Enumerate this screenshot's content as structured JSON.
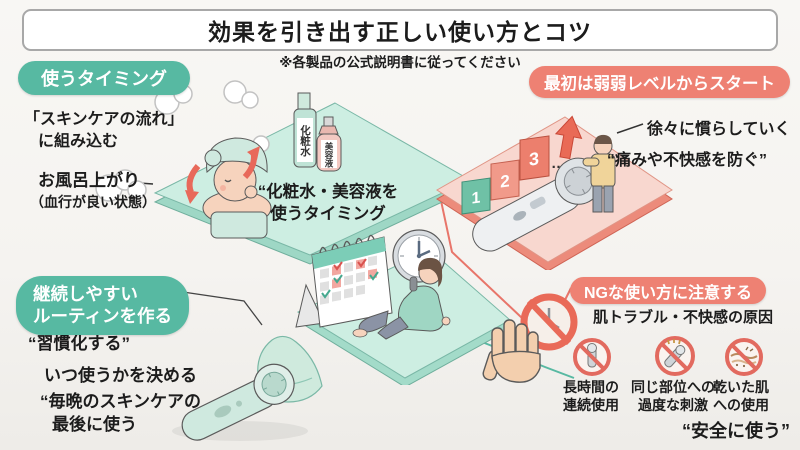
{
  "title": "効果を引き出す正しい使い方とコツ",
  "note": "※各製品の公式説明書に従ってください",
  "colors": {
    "teal": "#57b9a2",
    "salmon": "#ee8173",
    "mint_top": "#cdeee2",
    "pink_top": "#f8d7cf",
    "ink": "#1c1c1c",
    "red_line": "#e8756a"
  },
  "timing": {
    "badge": "使うタイミング",
    "flow_line1": "「スキンケアの流れ」",
    "flow_line2": "に組み込む",
    "bath_line1": "お風呂上がり",
    "bath_line2": "（血行が良い状態）",
    "caption_line1": "“化粧水・美容液を",
    "caption_line2": "使うタイミング",
    "bottle1": "化粧水",
    "bottle2": "美容液"
  },
  "level": {
    "badge": "最初は弱弱レベルからスタート",
    "point1": "徐々に慣らしていく",
    "point2": "“痛みや不快感を防ぐ”",
    "blocks": [
      "1",
      "2",
      "3"
    ],
    "dots": "…"
  },
  "routine": {
    "badge_line1": "継続しやすい",
    "badge_line2": "ルーティンを作る",
    "point1": "“習慣化する”",
    "point2": "いつ使うかを決める",
    "point3_line1": "“毎晩のスキンケアの",
    "point3_line2": "最後に使う"
  },
  "ng": {
    "badge": "NGな使い方に注意する",
    "heading": "肌トラブル・不快感の原因",
    "items": [
      {
        "icon": "long-use-prohibited-icon",
        "label_line1": "長時間の",
        "label_line2": "連続使用"
      },
      {
        "icon": "overstimulation-prohibited-icon",
        "label_line1": "同じ部位への",
        "label_line2": "過度な刺激"
      },
      {
        "icon": "dry-skin-prohibited-icon",
        "label_line1": "乾いた肌",
        "label_line2": "への使用"
      }
    ],
    "footer": "“安全に使う”"
  }
}
